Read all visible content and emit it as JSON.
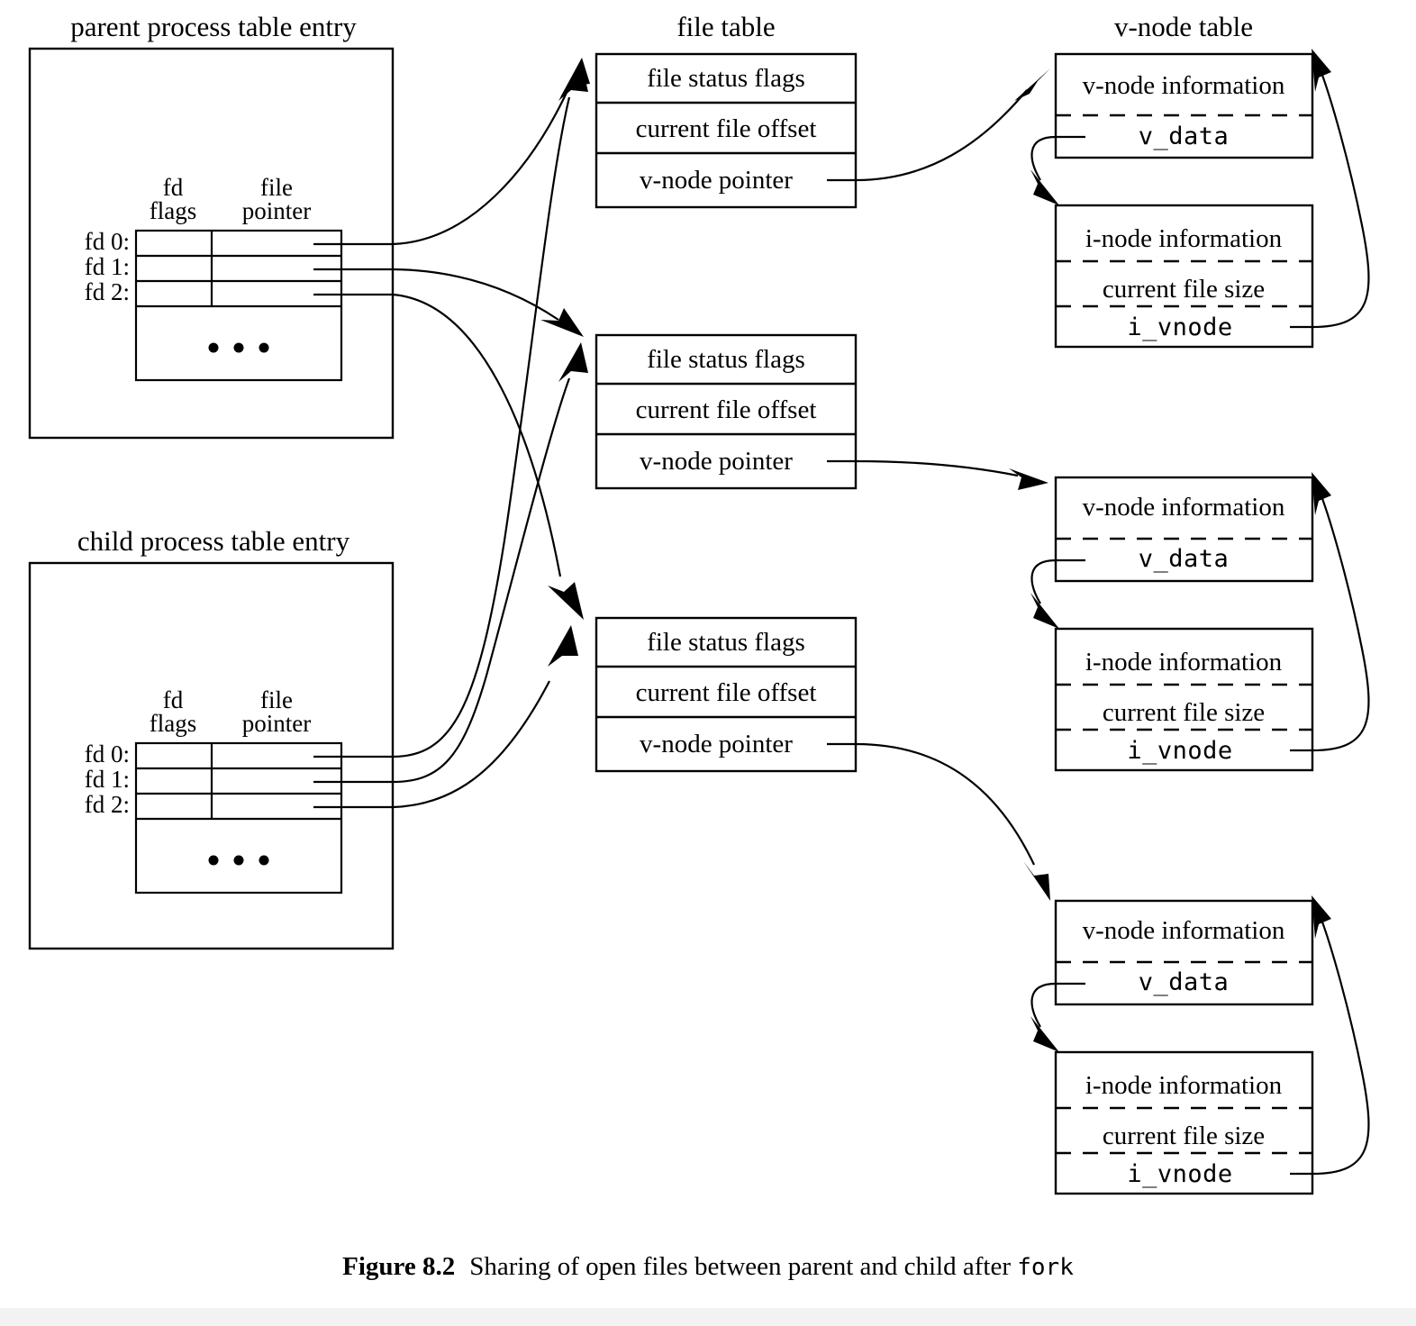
{
  "figure": {
    "number": "Figure 8.2",
    "caption_before": "Sharing of open files between parent and child after",
    "caption_code": "fork"
  },
  "headings": {
    "parent_table": "parent process table entry",
    "child_table": "child process table entry",
    "file_table": "file table",
    "vnode_table": "v-node table"
  },
  "process_table": {
    "column_headers": {
      "fd_flags_line1": "fd",
      "fd_flags_line2": "flags",
      "file_pointer_line1": "file",
      "file_pointer_line2": "pointer"
    },
    "rows": [
      {
        "label": "fd 0:"
      },
      {
        "label": "fd 1:"
      },
      {
        "label": "fd 2:"
      }
    ],
    "ellipsis": "• • •"
  },
  "file_table_entries": [
    {
      "status_flags": "file status flags",
      "file_offset": "current file offset",
      "vnode_pointer": "v-node pointer"
    },
    {
      "status_flags": "file status flags",
      "file_offset": "current file offset",
      "vnode_pointer": "v-node pointer"
    },
    {
      "status_flags": "file status flags",
      "file_offset": "current file offset",
      "vnode_pointer": "v-node pointer"
    }
  ],
  "vnode_groups": [
    {
      "vnode_information": "v-node information",
      "v_data": "v_data",
      "inode_information": "i-node information",
      "current_file_size": "current file size",
      "i_vnode": "i_vnode"
    },
    {
      "vnode_information": "v-node information",
      "v_data": "v_data",
      "inode_information": "i-node information",
      "current_file_size": "current file size",
      "i_vnode": "i_vnode"
    },
    {
      "vnode_information": "v-node information",
      "v_data": "v_data",
      "inode_information": "i-node information",
      "current_file_size": "current file size",
      "i_vnode": "i_vnode"
    }
  ],
  "colors": {
    "stroke": "#000000",
    "background": "#ffffff",
    "footer": "#f2f2f2"
  }
}
